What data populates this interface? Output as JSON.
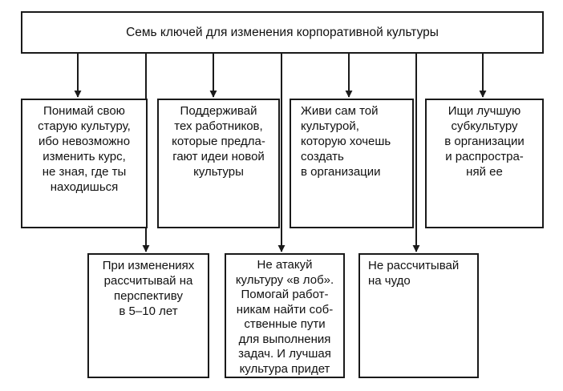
{
  "title": "Семь ключей для изменения корпоративной культуры",
  "keys_top": [
    "Понимай свою\nстарую культуру,\nибо невозможно\nизменить курс,\nне зная, где ты\nнаходишься",
    "Поддерживай\nтех работников,\nкоторые предла-\nгают идеи новой\nкультуры",
    "Живи сам той\nкультурой,\nкоторую хочешь\nсоздать\nв организации",
    "Ищи лучшую\nсубкультуру\nв организации\nи распростра-\nняй ее"
  ],
  "keys_bottom": [
    "При изменениях\nрассчитывай на\nперспективу\nв 5–10 лет",
    "Не атакуй\nкультуру «в лоб».\nПомогай работ-\nникам найти соб-\nственные пути\nдля выполнения\nзадач. И лучшая\nкультура придет",
    "Не рассчитывай\nна чудо"
  ]
}
